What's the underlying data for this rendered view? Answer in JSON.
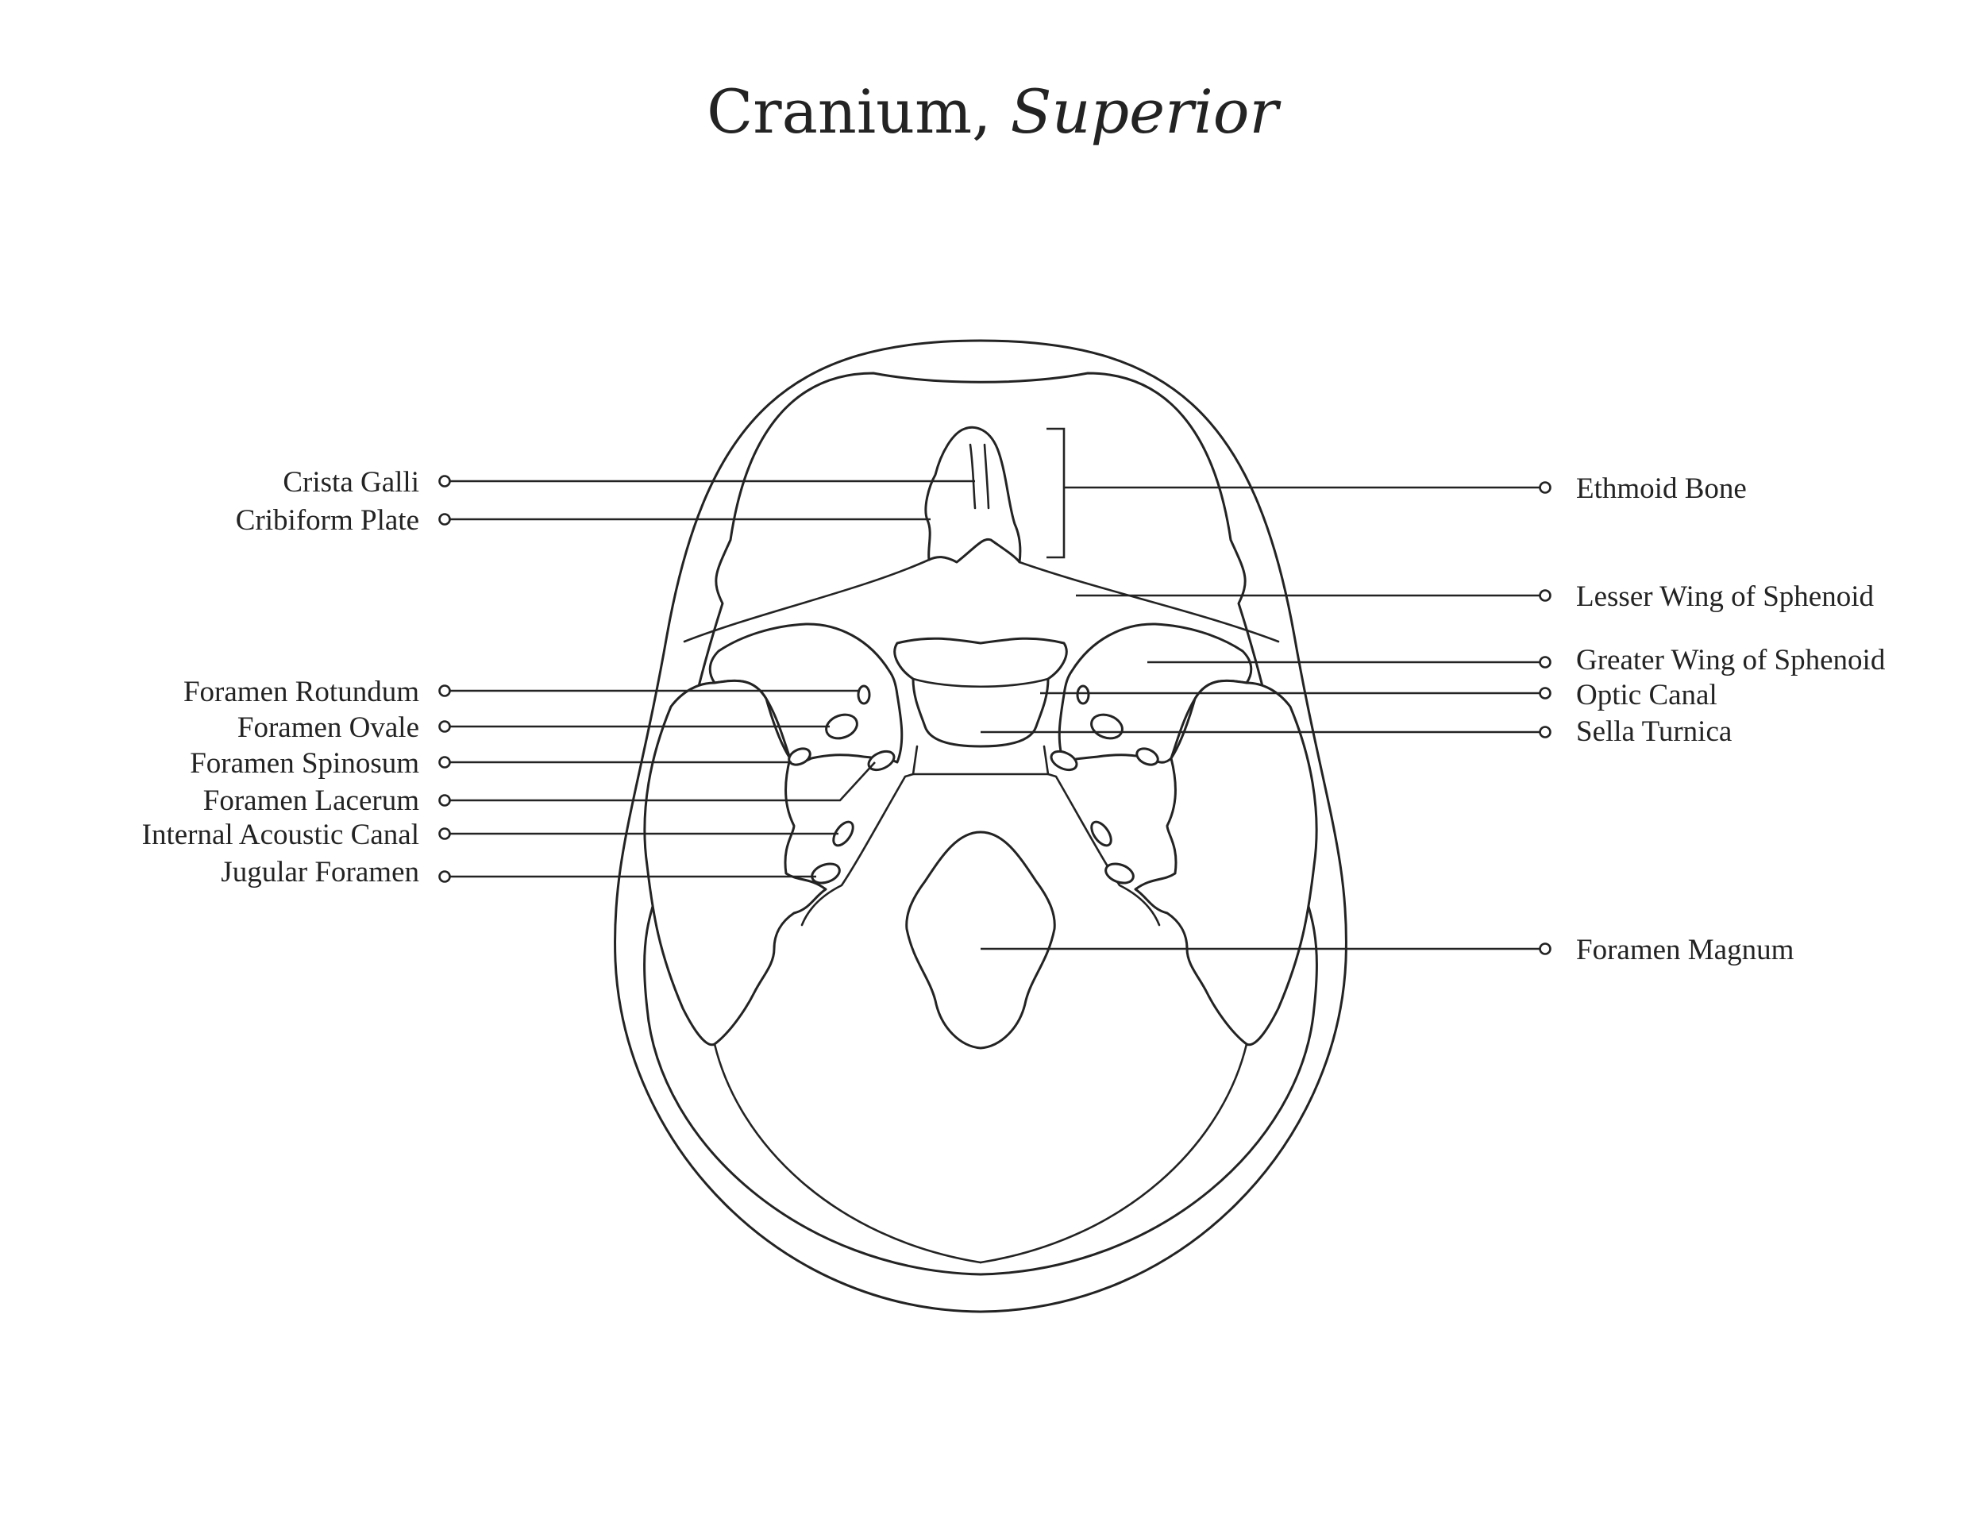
{
  "title": {
    "main": "Cranium,",
    "sub": "Superior"
  },
  "labels_left": [
    {
      "id": "crista-galli",
      "text": "Crista Galli"
    },
    {
      "id": "cribiform-plate",
      "text": "Cribiform Plate"
    },
    {
      "id": "foramen-rotundum",
      "text": "Foramen Rotundum"
    },
    {
      "id": "foramen-ovale",
      "text": "Foramen Ovale"
    },
    {
      "id": "foramen-spinosum",
      "text": "Foramen Spinosum"
    },
    {
      "id": "foramen-lacerum",
      "text": "Foramen Lacerum"
    },
    {
      "id": "internal-acoustic-canal",
      "text": "Internal Acoustic Canal"
    },
    {
      "id": "jugular-foramen",
      "text": "Jugular Foramen"
    }
  ],
  "labels_right": [
    {
      "id": "ethmoid-bone",
      "text": "Ethmoid Bone"
    },
    {
      "id": "lesser-wing-of-sphenoid",
      "text": "Lesser Wing of Sphenoid"
    },
    {
      "id": "greater-wing-of-sphenoid",
      "text": "Greater Wing of Sphenoid"
    },
    {
      "id": "optic-canal",
      "text": "Optic Canal"
    },
    {
      "id": "sella-turnica",
      "text": "Sella Turnica"
    },
    {
      "id": "foramen-magnum",
      "text": "Foramen Magnum"
    }
  ],
  "colors": {
    "ink": "#232323",
    "background": "#ffffff"
  }
}
